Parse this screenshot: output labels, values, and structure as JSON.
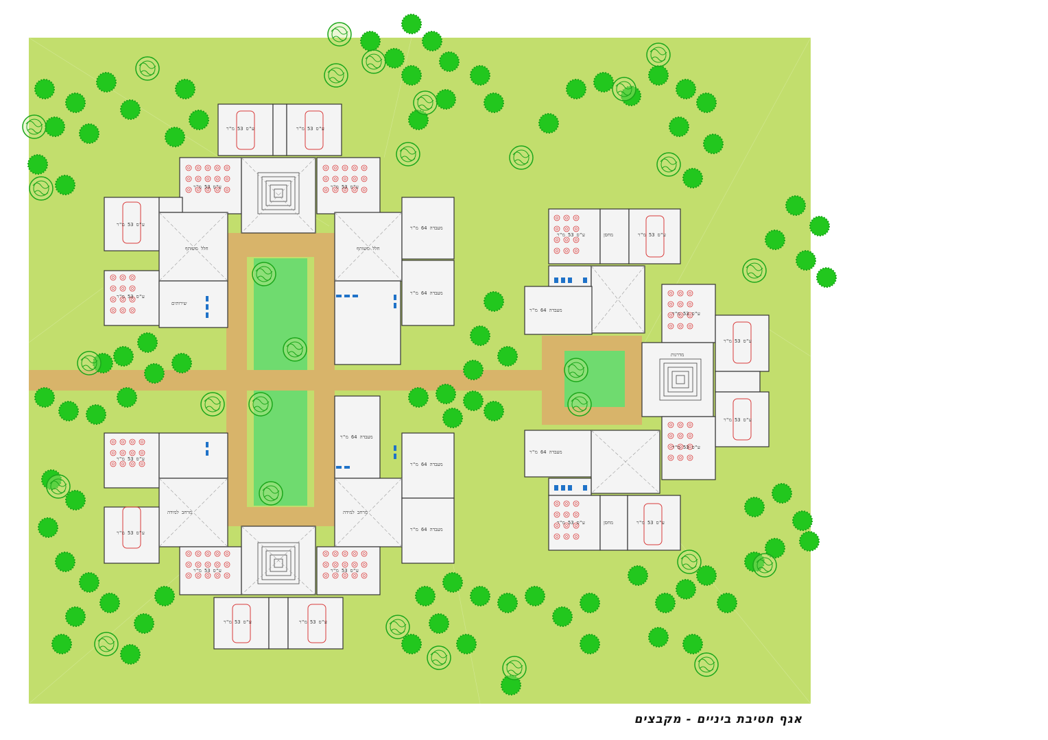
{
  "title": "אגף חטיבת ביניים - מקבצים",
  "colors": {
    "lawn": "#c2de6d",
    "path": "#d8b46a",
    "courtyard": "#6fdb6f",
    "building": "#f4f4f4",
    "wall": "#333333",
    "tree_fill": "#22c71e",
    "tree_outline": "#1aa61a",
    "furniture": "#d93a3a",
    "wc": "#1f72c8"
  },
  "rooms": {
    "classroom": "ע\"ס 53 מ\"ר",
    "lab": "מעבדה 64 מ\"ר",
    "storage": "מחסן",
    "wc": "שירותים",
    "atrium": "חלל משותף",
    "stairs": "מדרגות",
    "gathering": "מרחב למידה"
  }
}
